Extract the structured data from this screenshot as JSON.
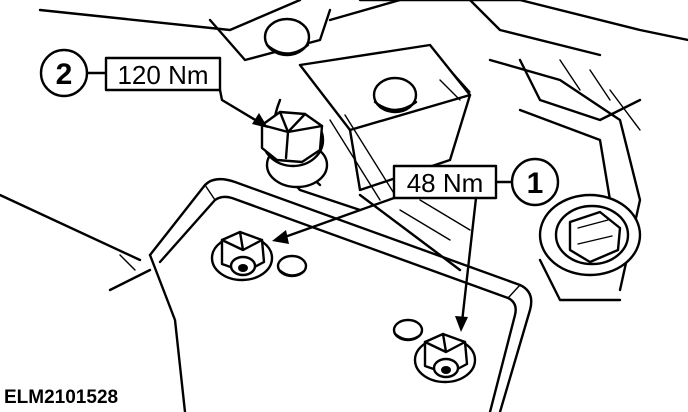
{
  "diagram": {
    "reference_code": "ELM2101528",
    "callouts": [
      {
        "number": "1",
        "torque": "48 Nm"
      },
      {
        "number": "2",
        "torque": "120 Nm"
      }
    ]
  }
}
